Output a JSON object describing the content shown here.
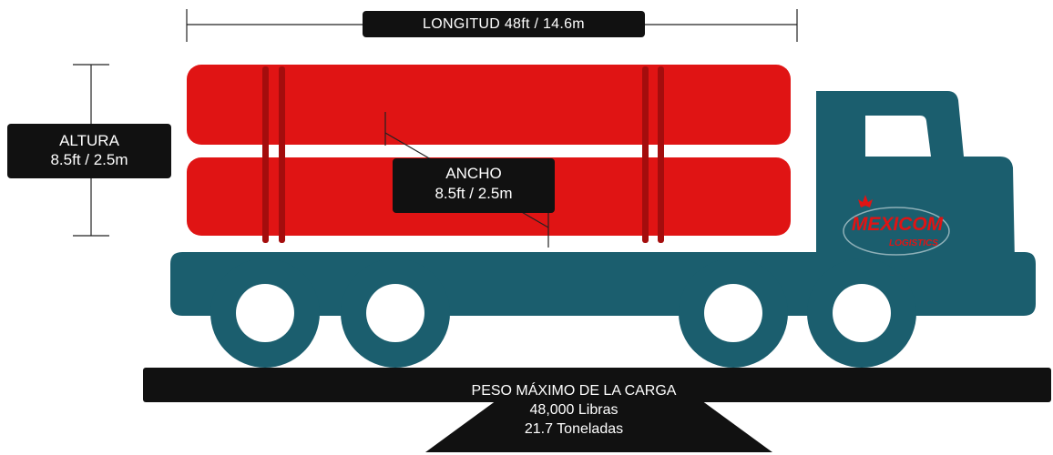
{
  "dimensions": {
    "longitud": "LONGITUD 48ft / 14.6m",
    "altura": {
      "title": "ALTURA",
      "value": "8.5ft / 2.5m"
    },
    "ancho": {
      "title": "ANCHO",
      "value": "8.5ft / 2.5m"
    }
  },
  "peso": {
    "title": "PESO MÁXIMO DE LA CARGA",
    "libras": "48,000 Libras",
    "toneladas": "21.7 Toneladas"
  },
  "logo": {
    "name": "MEXICOM",
    "subtitle": "LOGISTICS"
  },
  "colors": {
    "truck": "#1b5e6e",
    "cargo": "#e01414",
    "strap": "#a40d0d",
    "label_bg": "#111111",
    "label_text": "#ffffff",
    "logo_red": "#e01414"
  }
}
